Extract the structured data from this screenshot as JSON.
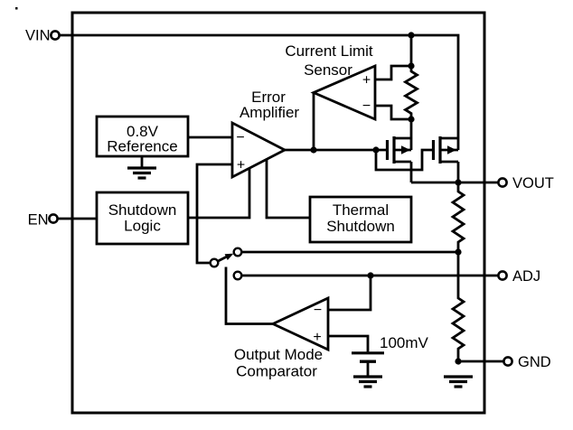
{
  "pins": {
    "vin": {
      "label": "VIN"
    },
    "en": {
      "label": "EN"
    },
    "vout": {
      "label": "VOUT"
    },
    "adj": {
      "label": "ADJ"
    },
    "gnd": {
      "label": "GND"
    }
  },
  "blocks": {
    "reference": {
      "line1": "0.8V",
      "line2": "Reference"
    },
    "shutdown_logic": {
      "line1": "Shutdown",
      "line2": "Logic"
    },
    "thermal_shutdown": {
      "line1": "Thermal",
      "line2": "Shutdown"
    }
  },
  "amplifiers": {
    "error_amplifier": {
      "line1": "Error",
      "line2": "Amplifier"
    },
    "current_limit_sensor": {
      "line1": "Current Limit",
      "line2": "Sensor"
    },
    "output_mode_comparator": {
      "line1": "Output Mode",
      "line2": "Comparator"
    }
  },
  "sources": {
    "offset_voltage": {
      "label": "100mV"
    }
  },
  "signs": {
    "plus": "+",
    "minus": "−"
  },
  "colors": {
    "line": "#000000",
    "background": "#ffffff"
  }
}
